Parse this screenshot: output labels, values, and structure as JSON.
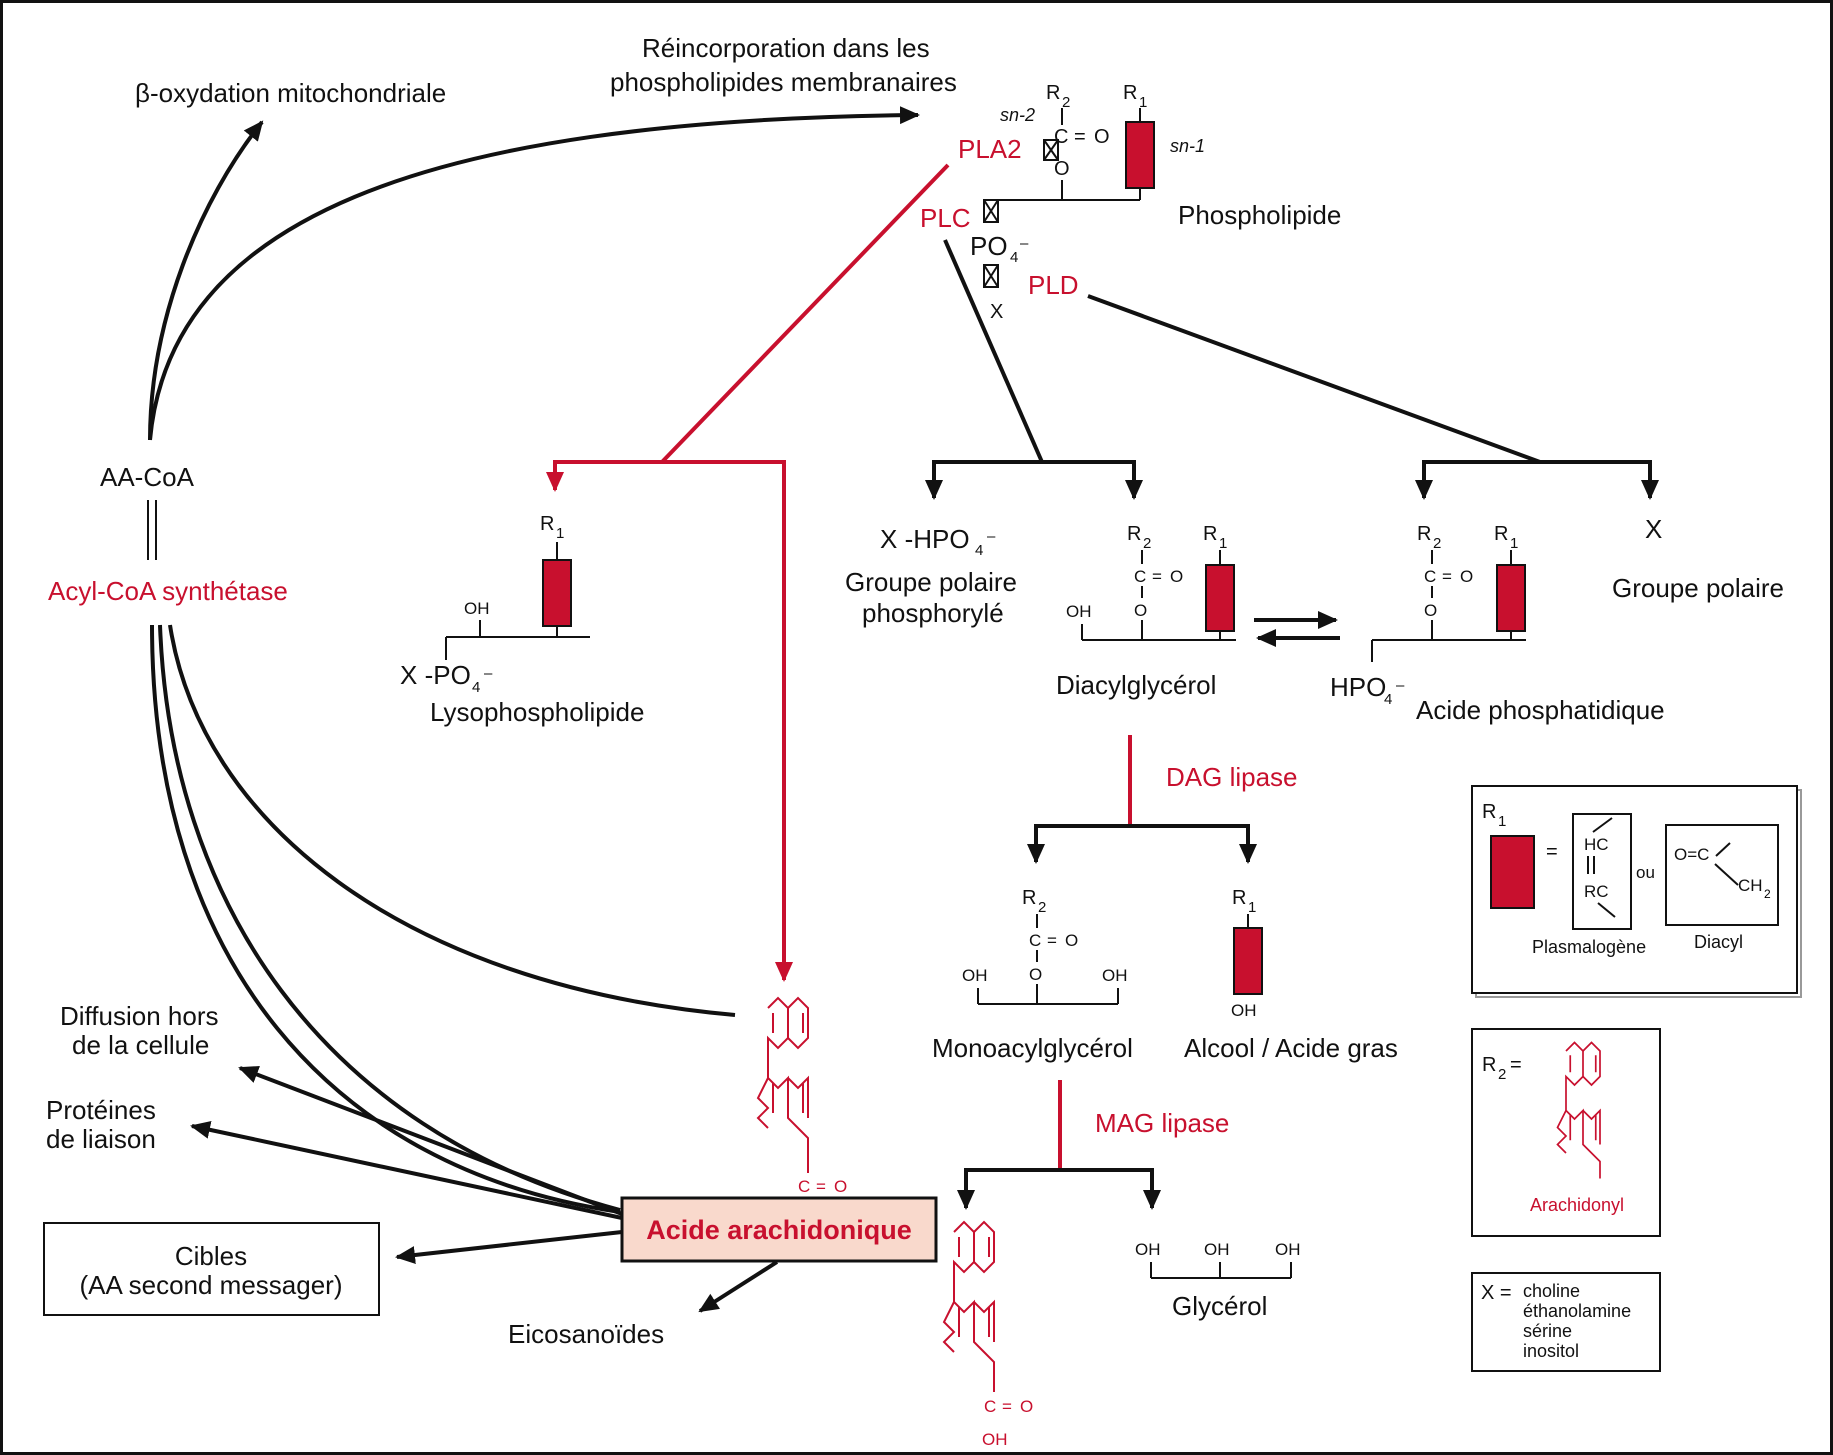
{
  "labels": {
    "beta_oxidation": "β-oxydation mitochondriale",
    "reincorporation_1": "Réincorporation dans les",
    "reincorporation_2": "phospholipides membranaires",
    "aa_coa": "AA-CoA",
    "acyl_coa_synthetase": "Acyl-CoA synthétase",
    "pla2": "PLA2",
    "plc": "PLC",
    "pld": "PLD",
    "phospholipide": "Phospholipide",
    "sn1": "sn-1",
    "sn2": "sn-2",
    "lysophospholipide": "Lysophospholipide",
    "x_hpo4": "X -HPO",
    "groupe_polaire_phos_1": "Groupe polaire",
    "groupe_polaire_phos_2": "phosphorylé",
    "diacylglycerol": "Diacylglycérol",
    "acide_phosphatidique": "Acide phosphatidique",
    "hpo4": "HPO",
    "x_letter": "X",
    "groupe_polaire": "Groupe polaire",
    "dag_lipase": "DAG lipase",
    "monoacylglycerol": "Monoacylglycérol",
    "alcool_acide_gras": "Alcool / Acide gras",
    "mag_lipase": "MAG lipase",
    "glycerol": "Glycérol",
    "diffusion_1": "Diffusion hors",
    "diffusion_2": "de la cellule",
    "proteines_1": "Protéines",
    "proteines_2": "de liaison",
    "cibles_1": "Cibles",
    "cibles_2": "(AA second messager)",
    "acide_arachidonique": "Acide arachidonique",
    "eicosanoides": "Eicosanoïdes"
  },
  "chem": {
    "r": "R",
    "one": "1",
    "two": "2",
    "c": "C",
    "o": "O",
    "oh": "OH",
    "po4": "PO",
    "four": "4",
    "minus": "–",
    "x": "X",
    "eq": "=",
    "x_po4": "X -PO"
  },
  "legend": {
    "r1": "R",
    "r1_sub": "1",
    "eq": "=",
    "hc": "HC",
    "rc": "RC",
    "ou": "ou",
    "plasmalogene": "Plasmalogène",
    "diacyl": "Diacyl",
    "oc": "O=C",
    "ch2": "CH",
    "ch2_sub": "2",
    "r2": "R",
    "r2_sub": "2",
    "r2_eq": "=",
    "arachidonyl": "Arachidonyl",
    "x_eq": "X =",
    "x_values": [
      "choline",
      "éthanolamine",
      "sérine",
      "inositol"
    ]
  },
  "colors": {
    "accent_red": "#c8102e",
    "box_fill": "#f9d9cc",
    "line": "#111111"
  }
}
